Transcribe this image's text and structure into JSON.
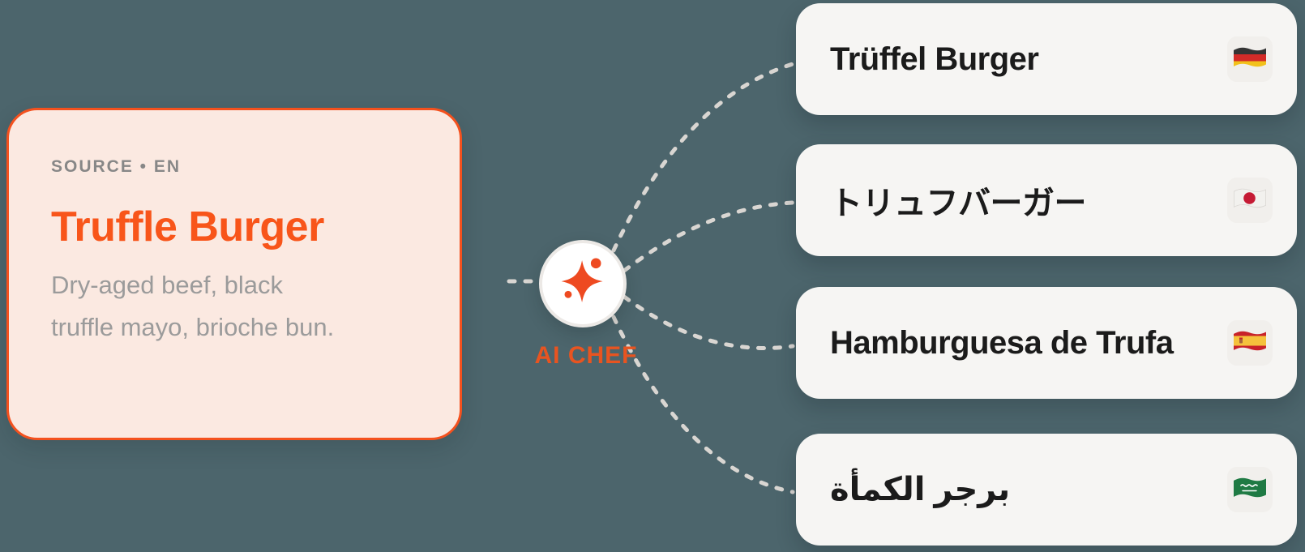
{
  "colors": {
    "background": "#4C656C",
    "accent_orange": "#F4511E",
    "source_card_bg": "#FBE9E1",
    "translation_card_bg": "#F6F5F3",
    "dash_line": "#D9D6D2",
    "text_dark": "#1B1B1B",
    "text_gray": "#9B9B9B"
  },
  "source_card": {
    "label": "SOURCE • EN",
    "title": "Truffle Burger",
    "description": "Dry-aged beef, black truffle mayo, brioche bun."
  },
  "hub": {
    "label": "AI CHEF",
    "icon": "sparkle-icon"
  },
  "translations": [
    {
      "text": "Trüffel Burger",
      "flag_icon": "flag-germany-icon"
    },
    {
      "text": "トリュフバーガー",
      "flag_icon": "flag-japan-icon"
    },
    {
      "text": "Hamburguesa de Trufa",
      "flag_icon": "flag-spain-icon"
    },
    {
      "text": "برجر الكمأة",
      "flag_icon": "flag-saudi-arabia-icon"
    }
  ]
}
